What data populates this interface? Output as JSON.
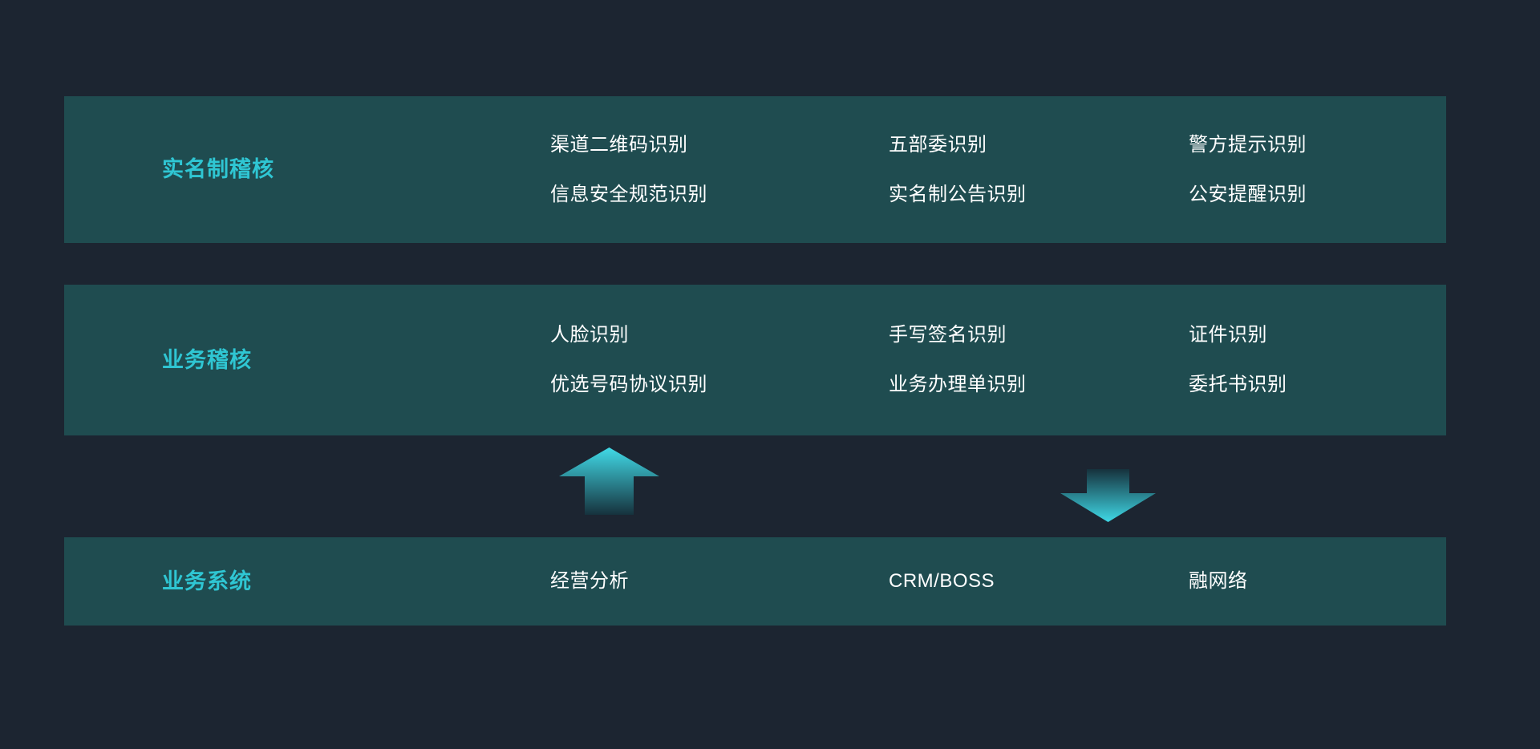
{
  "band1": {
    "label": "实名制稽核",
    "col1": {
      "line1": "渠道二维码识别",
      "line2": "信息安全规范识别"
    },
    "col2": {
      "line1": "五部委识别",
      "line2": "实名制公告识别"
    },
    "col3": {
      "line1": "警方提示识别",
      "line2": "公安提醒识别"
    }
  },
  "band2": {
    "label": "业务稽核",
    "col1": {
      "line1": "人脸识别",
      "line2": "优选号码协议识别"
    },
    "col2": {
      "line1": "手写签名识别",
      "line2": "业务办理单识别"
    },
    "col3": {
      "line1": "证件识别",
      "line2": "委托书识别"
    }
  },
  "band3": {
    "label": "业务系统",
    "col1": "经营分析",
    "col2": "CRM/BOSS",
    "col3": "融网络"
  },
  "icons": {
    "between_band2_and_band3_left": "up-arrow-icon",
    "between_band2_and_band3_right": "down-arrow-icon"
  },
  "colors": {
    "background": "#1c2531",
    "band_fill": "#1f4c50",
    "label_accent": "#2fc6d3",
    "item_text": "#ffffff",
    "arrow_bright": "#41dae7",
    "arrow_dark": "#16323d"
  }
}
